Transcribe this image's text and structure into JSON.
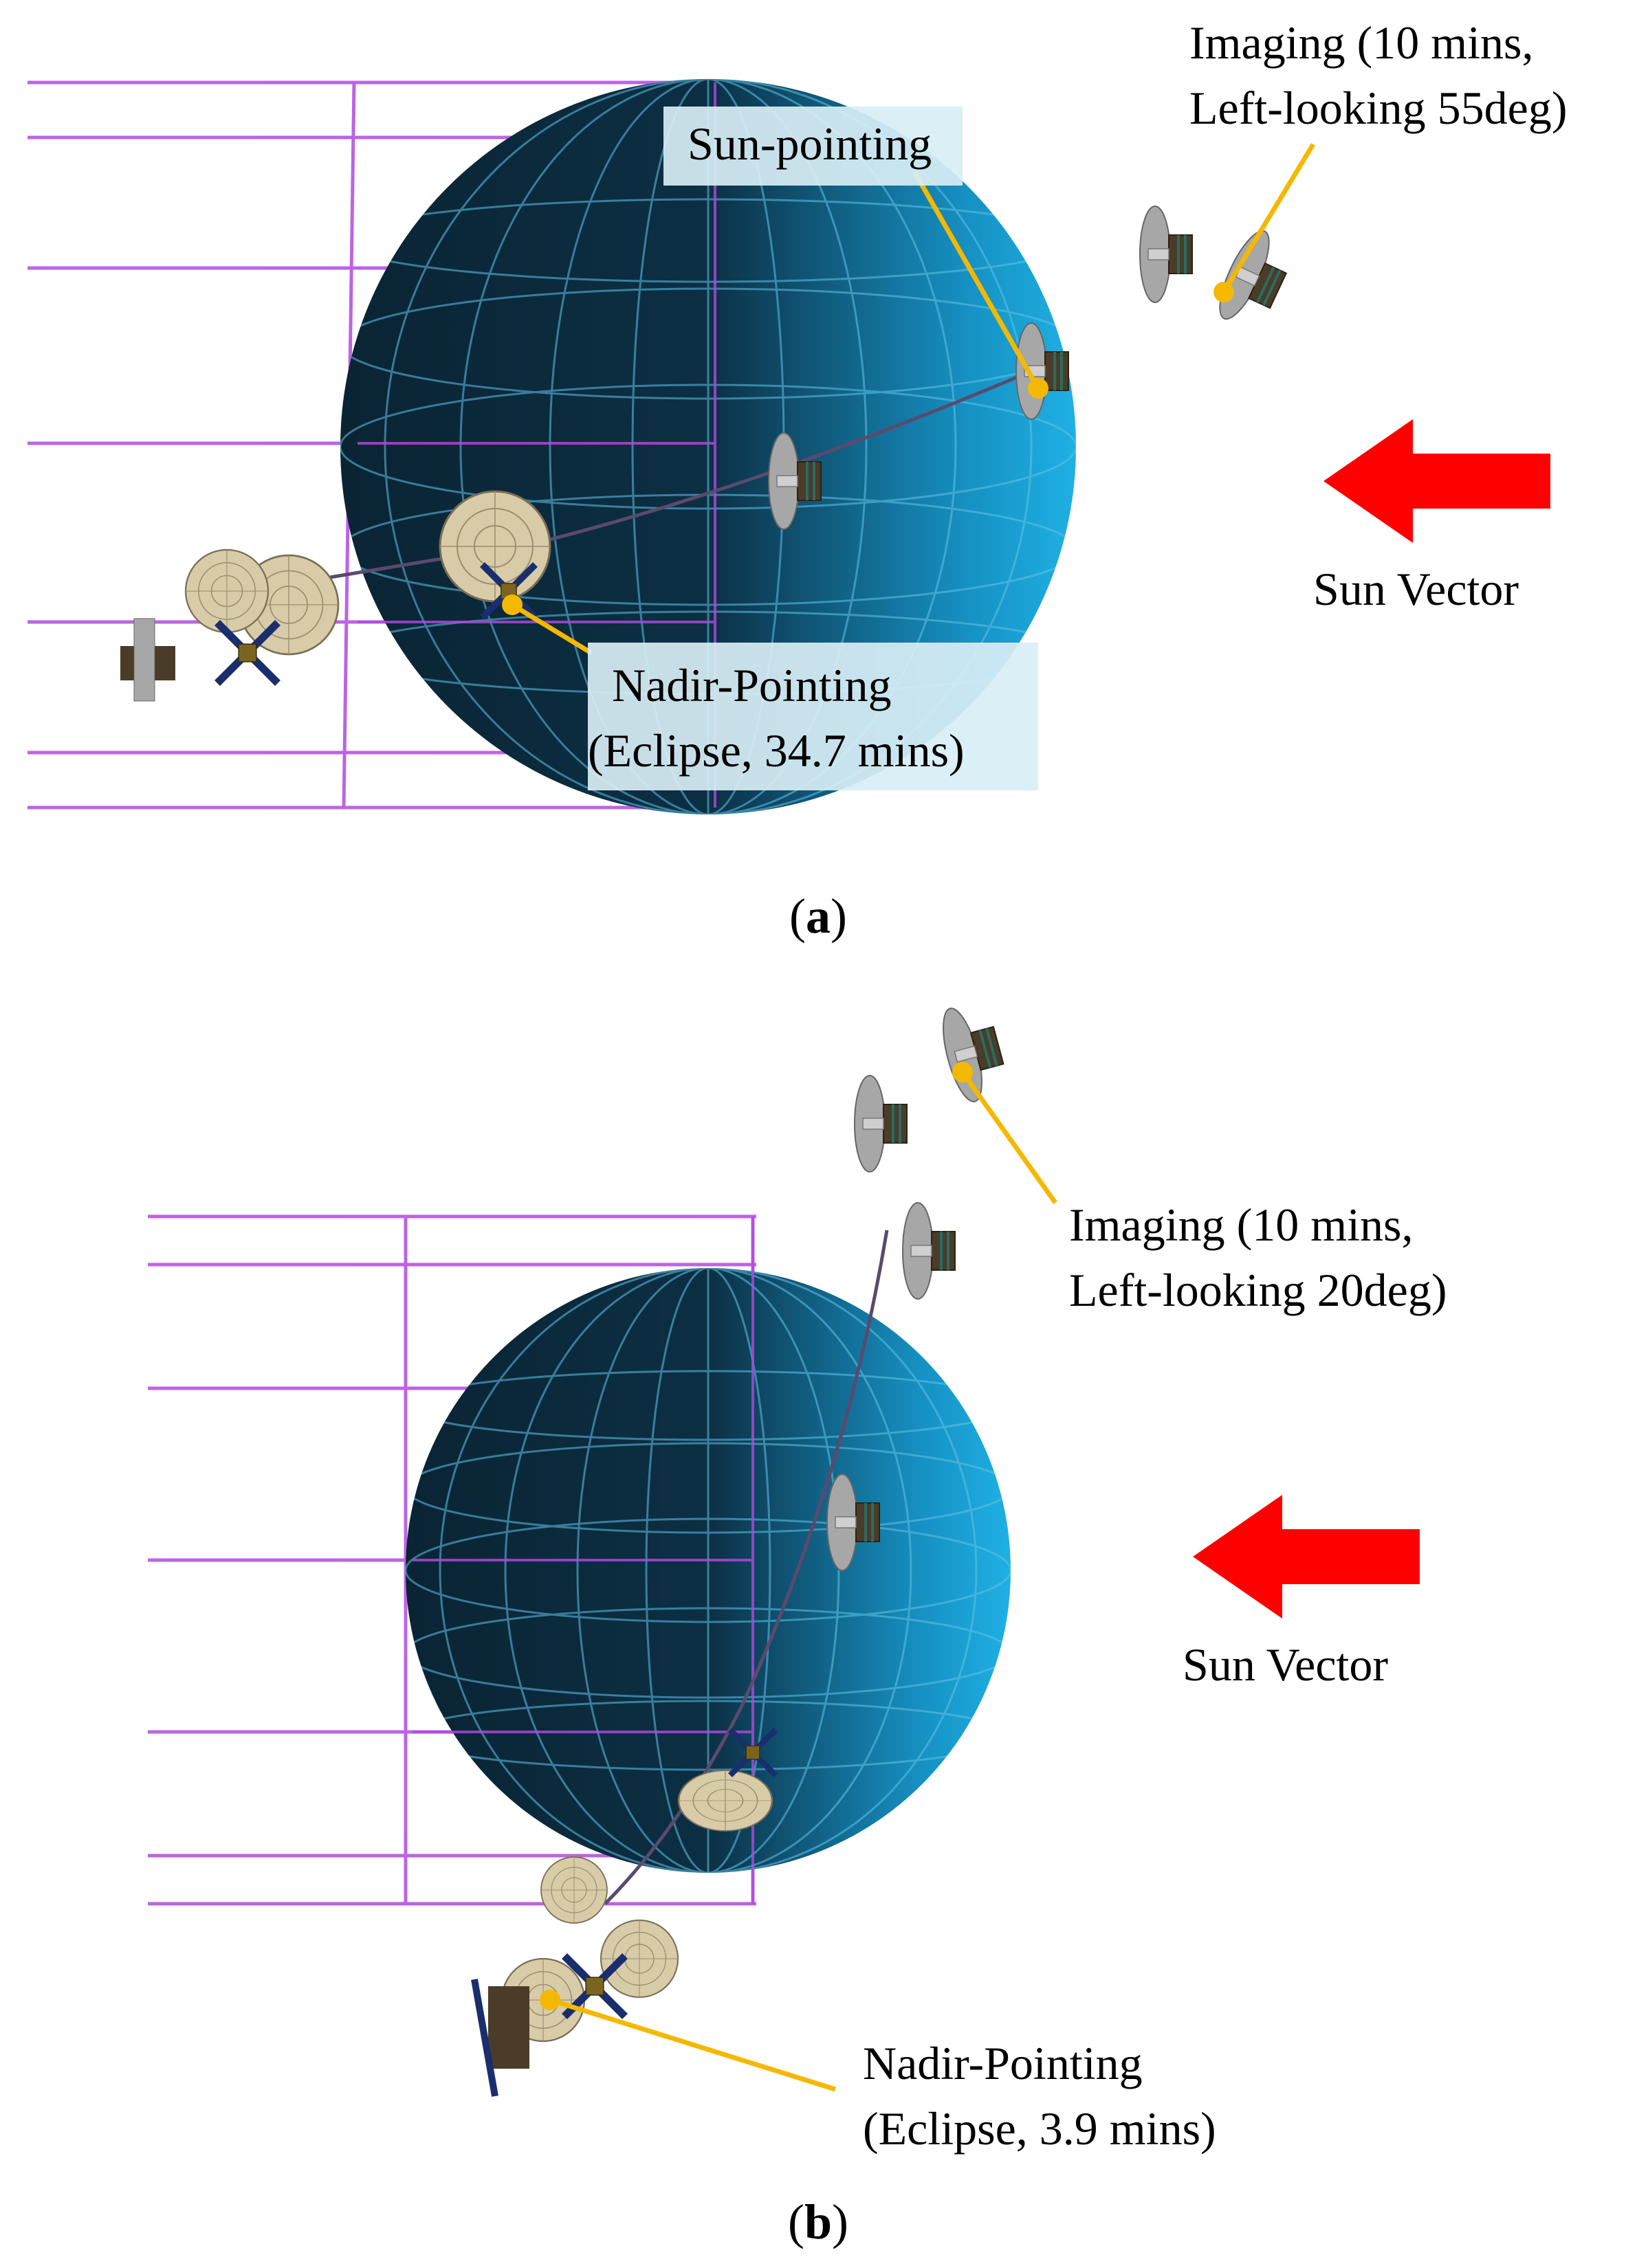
{
  "panel_a": {
    "caption_open": "(",
    "caption_letter": "a",
    "caption_close": ")",
    "labels": {
      "imaging_line1": "Imaging (10 mins,",
      "imaging_line2": "Left-looking 55deg)",
      "sun_pointing": "Sun-pointing",
      "nadir_line1": "Nadir-Pointing",
      "nadir_line2": "(Eclipse, 34.7 mins)",
      "sun_vector": "Sun Vector"
    }
  },
  "panel_b": {
    "caption_open": "(",
    "caption_letter": "b",
    "caption_close": ")",
    "labels": {
      "imaging_line1": "Imaging (10 mins,",
      "imaging_line2": "Left-looking 20deg)",
      "nadir_line1": "Nadir-Pointing",
      "nadir_line2": "(Eclipse, 3.9 mins)",
      "sun_vector": "Sun Vector"
    }
  },
  "colors": {
    "earth_dark": "#0b2a3c",
    "earth_light": "#1ba3d8",
    "grid_lines": "#b04ae0",
    "leader_line": "#f5b800",
    "sun_arrow": "#ff0000",
    "label_box": "#d8eef5"
  }
}
